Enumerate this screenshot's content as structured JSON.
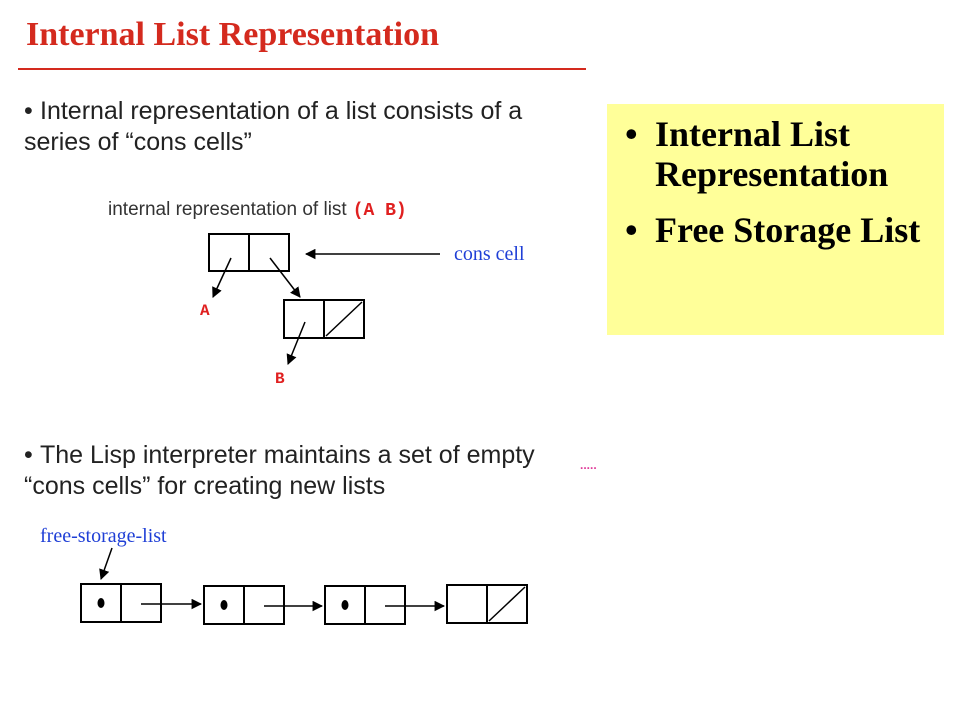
{
  "slide": {
    "title": "Internal List Representation"
  },
  "left_panel": {
    "bullet1": "Internal representation of a list consists of a series of “cons cells”",
    "caption": "internal representation of list",
    "list_expr": "(A B)",
    "cons_cell_label": "cons cell",
    "atom_a": "A",
    "atom_b": "B",
    "bullet2": "The Lisp interpreter maintains a set of empty “cons cells” for creating new lists",
    "free_storage_label": "free-storage-list",
    "stray_mark": "....."
  },
  "right_box": {
    "bullet_glyph": "•",
    "items": [
      {
        "label": "Internal List Representation"
      },
      {
        "label": "Free Storage List"
      }
    ]
  },
  "colors": {
    "title_red": "#d42a1e",
    "label_blue": "#1f3fd6",
    "atom_red": "#e02020",
    "highlight_yellow": "#ffff99"
  }
}
